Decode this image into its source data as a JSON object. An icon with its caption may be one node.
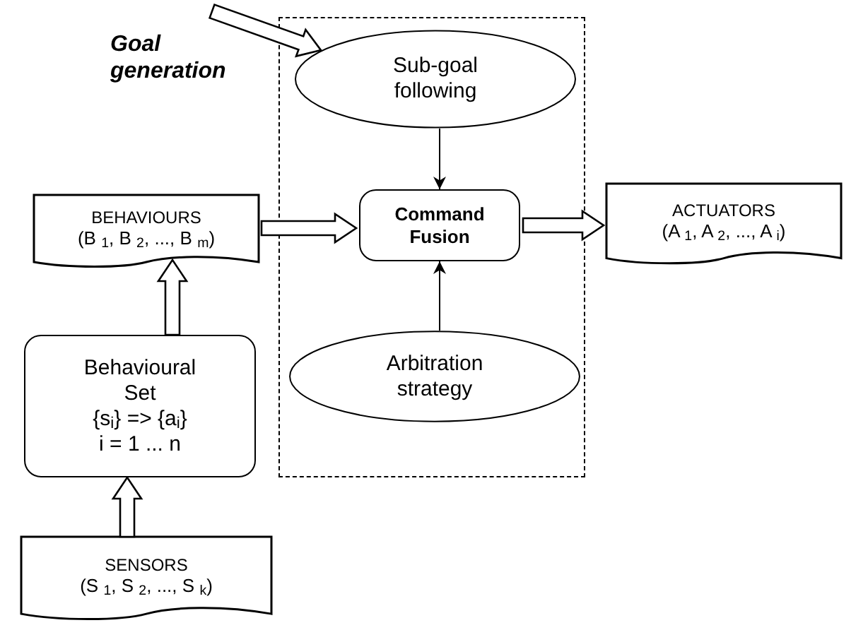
{
  "diagram": {
    "nodes": [
      {
        "text": [],
        "shape": "box"
      },
      {
        "text": [
          "Sub-goal following"
        ],
        "in": 0
      },
      {
        "text": [
          "Command Fusion"
        ],
        "in": 0
      },
      {
        "text": [
          "Arbitration strategy"
        ],
        "in": 0
      },
      {
        "text": [
          "BEHAVIOURS",
          "(B $_{1}$, B $_{2}$, ..., B $_{m}$)"
        ]
      },
      {
        "text": [
          "ACTUATORS",
          "(A $_{1}$, A $_{2}$, ..., A $_{i}$)"
        ]
      },
      {
        "text": [
          "Behavioural Set",
          "{s$_{i}$} => {a$_{i}$}",
          "i = 1 ... n"
        ]
      },
      {
        "text": [
          "SENSORS",
          "(S $_{1}$, S $_{2}$, ..., S $_{k}$)"
        ]
      }
    ],
    "edges": [
      {
        "from": null,
        "to": 1,
        "arrow": "to",
        "label": "Goal generation",
        "style": "thick"
      },
      {
        "from": 1,
        "to": 2,
        "arrow": "to"
      },
      {
        "from": 3,
        "to": 2,
        "arrow": "to"
      },
      {
        "from": 4,
        "to": 2,
        "arrow": "to",
        "style": "thick"
      },
      {
        "from": 2,
        "to": 5,
        "arrow": "to",
        "style": "thick"
      },
      {
        "from": 6,
        "to": 4,
        "arrow": "to",
        "style": "thick"
      },
      {
        "from": 7,
        "to": 6,
        "arrow": "to",
        "style": "thick"
      }
    ]
  }
}
